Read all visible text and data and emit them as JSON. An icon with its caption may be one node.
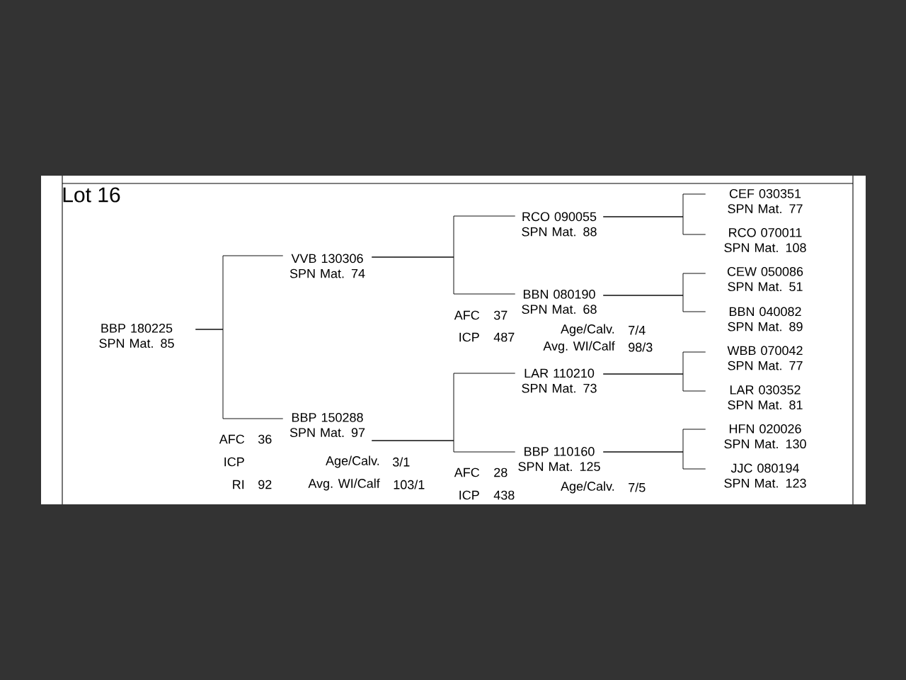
{
  "diagram": {
    "title": "Lot 16",
    "nodes": [
      {
        "text": [
          "BBP 180225",
          "SPN Mat. 85"
        ]
      },
      {
        "text": [
          "VVB 130306",
          "SPN Mat. 74"
        ]
      },
      {
        "text": [
          "BBP 150288",
          "SPN Mat. 97"
        ],
        "beside": [
          "AFC",
          "36",
          "ICP",
          "Age/Calv.",
          "3/1",
          "RI",
          "92",
          "Avg. WI/Calf",
          "103/1"
        ]
      },
      {
        "text": [
          "RCO 090055",
          "SPN Mat. 88"
        ]
      },
      {
        "text": [
          "BBN 080190",
          "SPN Mat. 68"
        ],
        "beside": [
          "AFC",
          "37",
          "Age/Calv.",
          "7/4",
          "ICP",
          "487",
          "Avg. WI/Calf",
          "98/3"
        ]
      },
      {
        "text": [
          "LAR 110210",
          "SPN Mat. 73"
        ]
      },
      {
        "text": [
          "BBP 110160",
          "SPN Mat. 125"
        ],
        "beside": [
          "AFC",
          "28",
          "Age/Calv.",
          "7/5",
          "ICP",
          "438"
        ]
      },
      {
        "text": [
          "CEF 030351",
          "SPN Mat. 77"
        ]
      },
      {
        "text": [
          "RCO 070011",
          "SPN Mat. 108"
        ]
      },
      {
        "text": [
          "CEW 050086",
          "SPN Mat. 51"
        ]
      },
      {
        "text": [
          "BBN 040082",
          "SPN Mat. 89"
        ]
      },
      {
        "text": [
          "WBB 070042",
          "SPN Mat. 77"
        ]
      },
      {
        "text": [
          "LAR 030352",
          "SPN Mat. 81"
        ]
      },
      {
        "text": [
          "HFN 020026",
          "SPN Mat. 130"
        ]
      },
      {
        "text": [
          "JJC 080194",
          "SPN Mat. 123"
        ]
      }
    ],
    "edges": [
      {
        "from": 0,
        "to": 1,
        "arrow": "none"
      },
      {
        "from": 0,
        "to": 2,
        "arrow": "none"
      },
      {
        "from": 1,
        "to": 3,
        "arrow": "none"
      },
      {
        "from": 1,
        "to": 4,
        "arrow": "none"
      },
      {
        "from": 2,
        "to": 5,
        "arrow": "none"
      },
      {
        "from": 2,
        "to": 6,
        "arrow": "none"
      },
      {
        "from": 3,
        "to": 7,
        "arrow": "none"
      },
      {
        "from": 3,
        "to": 8,
        "arrow": "none"
      },
      {
        "from": 4,
        "to": 9,
        "arrow": "none"
      },
      {
        "from": 4,
        "to": 10,
        "arrow": "none"
      },
      {
        "from": 5,
        "to": 11,
        "arrow": "none"
      },
      {
        "from": 5,
        "to": 12,
        "arrow": "none"
      },
      {
        "from": 6,
        "to": 13,
        "arrow": "none"
      },
      {
        "from": 6,
        "to": 14,
        "arrow": "none"
      }
    ]
  }
}
